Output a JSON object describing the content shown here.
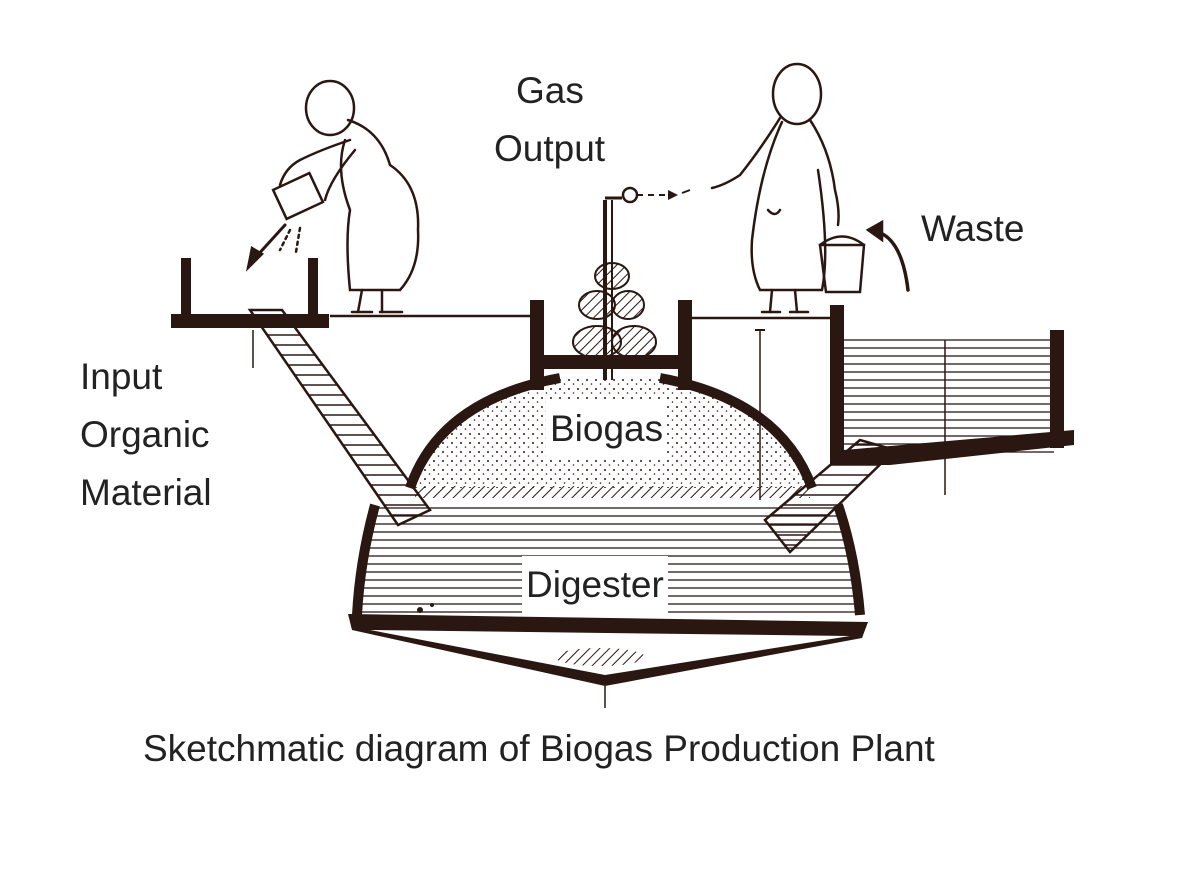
{
  "labels": {
    "gas_output": "Gas\nOutput",
    "waste": "Waste",
    "input": "Input\nOrganic\nMaterial",
    "biogas": "Biogas",
    "digester": "Digester"
  },
  "caption": "Sketchmatic diagram of Biogas Production Plant",
  "colors": {
    "ink": "#2a1712",
    "background": "#ffffff"
  }
}
